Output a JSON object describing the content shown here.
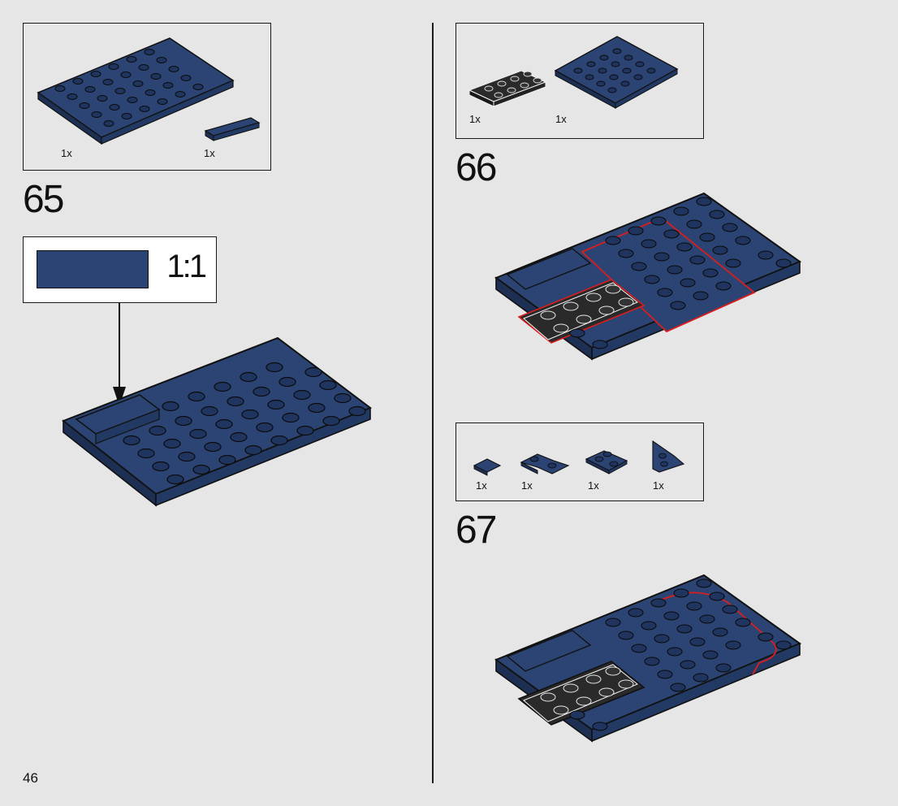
{
  "page": {
    "number": "46"
  },
  "steps": [
    {
      "number": "65",
      "parts": [
        {
          "name": "plate-6x10-dark-blue",
          "qty": "1x"
        },
        {
          "name": "tile-1x4-dark-blue",
          "qty": "1x"
        }
      ],
      "scale_callout": {
        "label": "1:1"
      }
    },
    {
      "number": "66",
      "parts": [
        {
          "name": "plate-2x4-black",
          "qty": "1x"
        },
        {
          "name": "plate-6x6-dark-blue",
          "qty": "1x"
        }
      ]
    },
    {
      "number": "67",
      "parts": [
        {
          "name": "slope-curved-1x1-dark-blue",
          "qty": "1x"
        },
        {
          "name": "plate-corner-dark-blue",
          "qty": "1x"
        },
        {
          "name": "plate-2x2-corner-dark-blue",
          "qty": "1x"
        },
        {
          "name": "wedge-plate-dark-blue",
          "qty": "1x"
        }
      ]
    }
  ],
  "colors": {
    "brick_dark_blue": "#2b4473",
    "brick_dark_blue_shadow": "#1d2f52",
    "brick_black": "#2a2a2a",
    "highlight_red": "#d81e1e",
    "background": "#e6e6e6"
  }
}
